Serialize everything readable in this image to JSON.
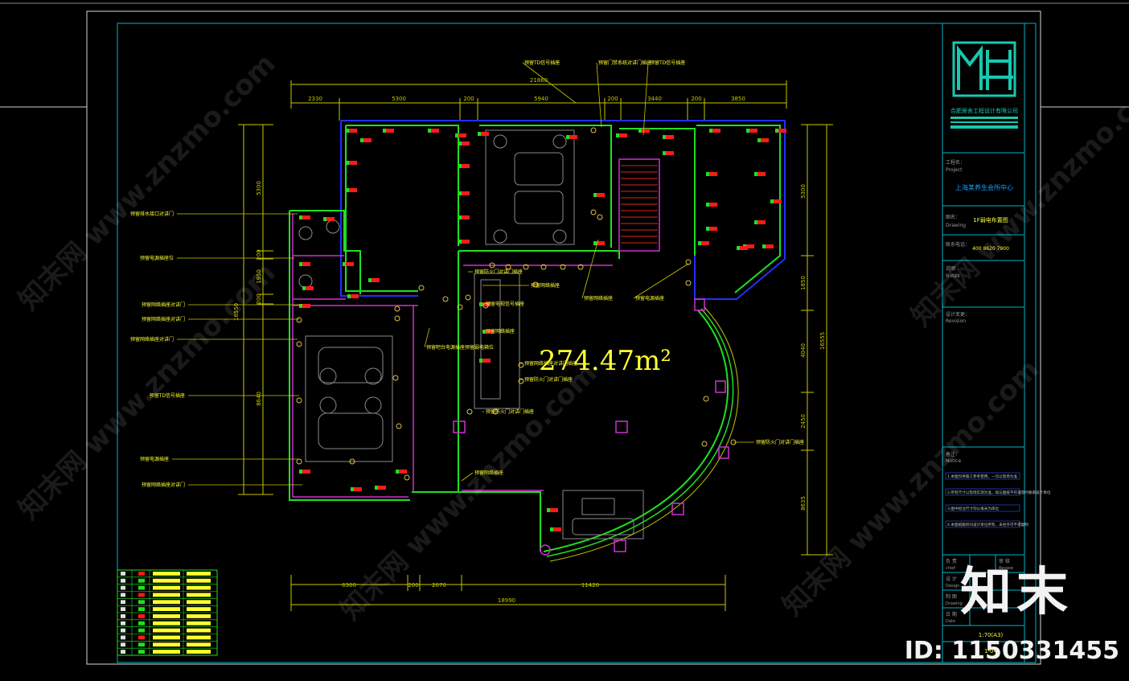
{
  "title_block": {
    "company": "合肥居舍工程设计有限公司",
    "project_label": "工程名：",
    "project_label_en": "Project",
    "project_name": "上海某养生会所中心",
    "drawing_label": "图名：",
    "drawing_label_en": "Drawing",
    "drawing_name": "1F弱电布置图",
    "phone_label": "联系电话：",
    "phone_value": "400 8620 7900",
    "notes_label": "说明",
    "notes_label_en": "Notes",
    "revision_label": "设计变更：",
    "revision_label_en": "Revision",
    "section_label": "备注：",
    "section_label_en": "Notice",
    "notes": [
      "1.本图仅供施工参考使用，一切以现场为准",
      "2.所有尺寸以现场实测为准，如与图纸不符请及时联系设计单位",
      "3.图中标注尺寸均以毫米为单位",
      "4.本图纸版权归设计单位所有，未经许可不得复制"
    ],
    "sign_rows": [
      {
        "label": "负 责",
        "sub": "chief",
        "label2": "审 核",
        "sub2": "Review"
      },
      {
        "label": "设 计",
        "sub": "Design",
        "label2": "",
        "sub2": ""
      },
      {
        "label": "制 图",
        "sub": "Drawing",
        "label2": "",
        "sub2": ""
      },
      {
        "label": "日 期",
        "sub": "Date",
        "label2": "",
        "sub2": ""
      }
    ],
    "scale": "1:70(A3)",
    "sheet": "1-04"
  },
  "plan": {
    "area": "274.47m²",
    "dims_top": [
      "21860",
      "2330",
      "5300",
      "200",
      "5940",
      "200",
      "3440",
      "200",
      "3850"
    ],
    "dims_bottom": [
      "6300",
      "200",
      "2070",
      "11420",
      "18990"
    ],
    "dims_left": [
      "5300",
      "200",
      "1950",
      "200",
      "16550",
      "8640"
    ],
    "dims_right": [
      "5300",
      "1850",
      "4040",
      "2450",
      "8635",
      "16555"
    ],
    "labels": [
      "预留排水接口对讲门",
      "预留电源插座位",
      "预留网络插座对讲门",
      "预留网络插座对讲门",
      "预留网络插座对讲门",
      "预留TD信号插座",
      "预留电源插座",
      "预留网络插座对讲门",
      "预留TD信号插座",
      "预留门禁系统对讲门插座",
      "预留TD信号插座",
      "预留防火门对讲门插座",
      "预留网络插座",
      "预留电视信号插座",
      "预留吧台电源插座预留弱电箱位",
      "预留网络插座",
      "预留网络插座对讲门插座",
      "预留防火门对讲门插座",
      "预留防火门对讲门插座",
      "预留网络插座",
      "预留网络插座",
      "预留电源插座",
      "预留防火门对讲门插座"
    ]
  },
  "legend": {
    "rows": 12
  },
  "watermarks": [
    "知末网 www.znzmo.com"
  ],
  "brand": {
    "name": "知末",
    "id": "ID: 1150331455"
  },
  "colors": {
    "background": "#000000",
    "frame": "#00b4c8",
    "dimension": "#c8c800",
    "wall_blue": "#2030ff",
    "wall_green": "#20e020",
    "wall_magenta": "#d030d0",
    "device_red": "#ff1a1a",
    "label_yellow": "#ffff30",
    "title_teal": "#18c8b0"
  }
}
